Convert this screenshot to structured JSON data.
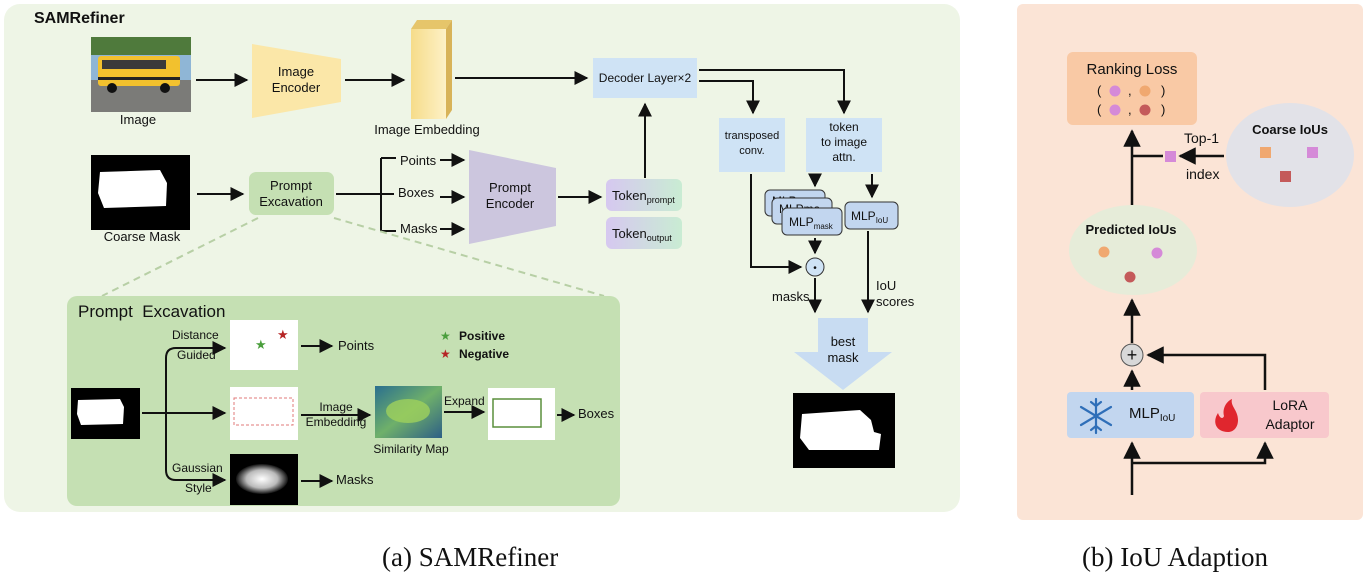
{
  "panel_a": {
    "title": "SAMRefiner",
    "image_label": "Image",
    "image_encoder": [
      "Image",
      "Encoder"
    ],
    "image_embedding": "Image Embedding",
    "decoder_layer": "Decoder Layer×2",
    "coarse_mask": "Coarse Mask",
    "prompt_excavation_box": [
      "Prompt",
      "Excavation"
    ],
    "prompt_types": [
      "Points",
      "Boxes",
      "Masks"
    ],
    "prompt_encoder": [
      "Prompt",
      "Encoder"
    ],
    "token_prompt": {
      "main": "Token",
      "sub": "prompt"
    },
    "token_output": {
      "main": "Token",
      "sub": "output"
    },
    "transposed_conv": [
      "transposed",
      "conv."
    ],
    "token_to_image_attn": [
      "token",
      "to image",
      "attn."
    ],
    "mlp_mask_stack": [
      "MLPma",
      "MLPma"
    ],
    "mlp_mask": {
      "main": "MLP",
      "sub": "mask"
    },
    "mlp_iou": {
      "main": "MLP",
      "sub": "IoU"
    },
    "dot_symbol": "•",
    "masks_label": "masks",
    "iou_scores": [
      "IoU",
      "scores"
    ],
    "best_mask": [
      "best",
      "mask"
    ],
    "caption": "(a) SAMRefiner"
  },
  "prompt_excavation": {
    "title": "Prompt  Excavation",
    "distance_guided": [
      "Distance",
      "Guided"
    ],
    "gaussian_style": [
      "Gaussian",
      "Style"
    ],
    "points": "Points",
    "boxes": "Boxes",
    "masks": "Masks",
    "positive": "Positive",
    "negative": "Negative",
    "star": "★",
    "image_embedding": [
      "Image",
      "Embedding"
    ],
    "similarity_map": "Similarity Map",
    "expand": "Expand"
  },
  "panel_b": {
    "ranking_loss": "Ranking Loss",
    "paren_row": [
      "(",
      ",",
      ")"
    ],
    "coarse_ious": "Coarse IoUs",
    "top1": "Top-1",
    "index": "index",
    "predicted_ious": "Predicted IoUs",
    "plus": "+",
    "mlp": {
      "main": "MLP",
      "sub": "IoU"
    },
    "lora": [
      "LoRA",
      "Adaptor"
    ],
    "caption": "(b) IoU Adaption"
  },
  "colors": {
    "panel_a_bg": "#eef5e6",
    "panel_b_bg": "#fbe4d6",
    "prompt_excavation_bg": "#c5e0b3",
    "image_encoder": "#fbe7a8",
    "decoder_blue": "#cfe3f5",
    "prompt_encoder": "#ccc6de",
    "mlp_blue": "#c2d6ef",
    "ranking_loss": "#f9c9a5",
    "lora": "#f8c8cc",
    "positive_star": "#4a9e3c",
    "negative_star": "#b52424",
    "dot_pink": "#d58ad8",
    "dot_orange": "#f0a870",
    "dot_red": "#c45a5a"
  }
}
